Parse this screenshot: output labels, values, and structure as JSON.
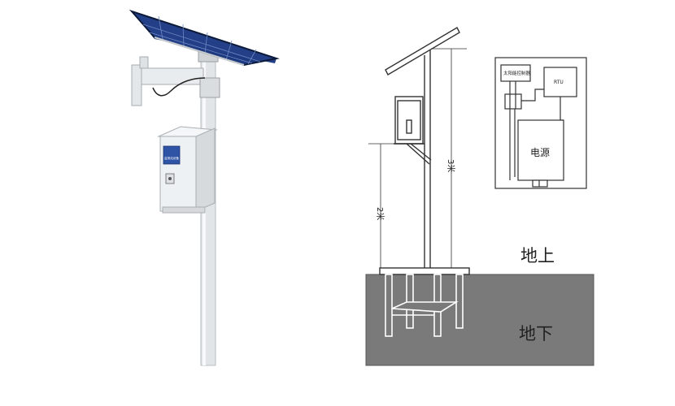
{
  "photo": {
    "box_label": "监测站设备"
  },
  "diagram": {
    "height_3m": "3米",
    "height_2m": "2米",
    "ground_above": "地上",
    "ground_below": "地下"
  },
  "inset": {
    "solar_controller": "太阳能控制器",
    "rtu": "RTU",
    "power": "电源"
  },
  "colors": {
    "panel": "#1f3e86",
    "panel_grid": "#7f96c8",
    "pole": "#e3e6e8",
    "cabinet": "#eef1f3",
    "ground": "#7a7a7a",
    "line": "#333333"
  }
}
